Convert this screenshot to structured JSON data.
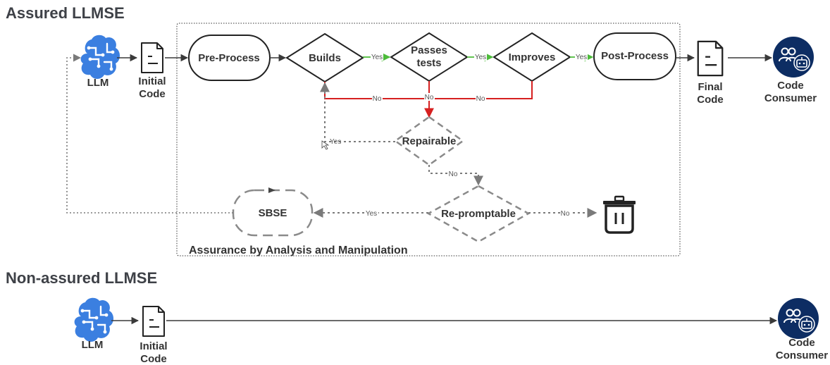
{
  "sections": {
    "assured_title": "Assured LLMSE",
    "nonassured_title": "Non-assured LLMSE"
  },
  "assured": {
    "llm_label": "LLM",
    "initial_code_label": [
      "Initial",
      "Code"
    ],
    "final_code_label": [
      "Final",
      "Code"
    ],
    "consumer_label": [
      "Code",
      "Consumer"
    ],
    "region_label": "Assurance by Analysis and Manipulation",
    "nodes": {
      "preprocess": "Pre-Process",
      "builds": "Builds",
      "passes_tests": [
        "Passes",
        "tests"
      ],
      "improves": "Improves",
      "postprocess": "Post-Process",
      "repairable": "Repairable",
      "repromptable": "Re-promptable",
      "sbse": "SBSE"
    },
    "edge_labels": {
      "yes": "Yes",
      "no": "No"
    }
  },
  "nonassured": {
    "llm_label": "LLM",
    "initial_code_label": [
      "Initial",
      "Code"
    ],
    "consumer_label": [
      "Code",
      "Consumer"
    ]
  },
  "colors": {
    "title": "#3e4147",
    "brain_blue": "#3b7fe0",
    "consumer_navy": "#0d2d63",
    "yes_green": "#4cbb3a",
    "no_red": "#d62020",
    "dashed_gray": "#8a8a8a",
    "line_dark": "#3a3a3a"
  },
  "icons": {
    "llm": "brain-icon",
    "document": "document-icon",
    "consumer": "people-robot-icon",
    "trash": "trash-icon"
  }
}
